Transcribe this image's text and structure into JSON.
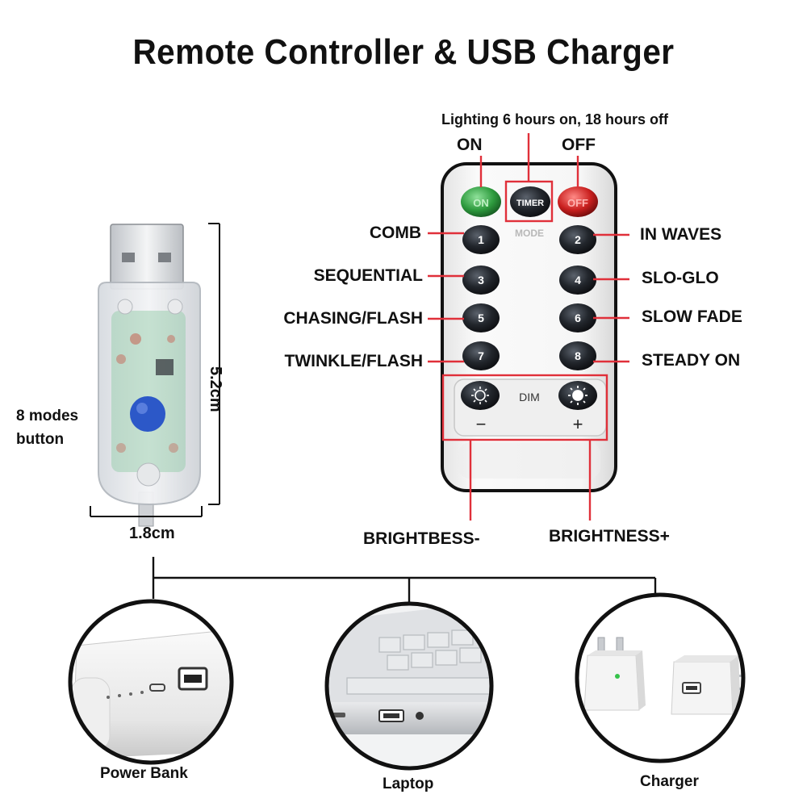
{
  "title": "Remote Controller & USB Charger",
  "timer_note": "Lighting 6 hours on, 18 hours off",
  "remote": {
    "on_label": "ON",
    "off_label": "OFF",
    "btn_on_text": "ON",
    "btn_timer_text": "TIMER",
    "btn_off_text": "OFF",
    "mode_text": "MODE",
    "dim_text": "DIM",
    "minus_text": "−",
    "plus_text": "+",
    "buttons": [
      "1",
      "2",
      "3",
      "4",
      "5",
      "6",
      "7",
      "8"
    ],
    "modes_left": [
      "COMB",
      "SEQUENTIAL",
      "CHASING/FLASH",
      "TWINKLE/FLASH"
    ],
    "modes_right": [
      "IN WAVES",
      "SLO-GLO",
      "SLOW FADE",
      "STEADY ON"
    ],
    "brightness_minus": "BRIGHTBESS-",
    "brightness_plus": "BRIGHTNESS+",
    "colors": {
      "on": "#2e9b3e",
      "off": "#c9201f",
      "callout": "#e0303a",
      "button": "#1c1f24"
    }
  },
  "usb": {
    "height_label": "5.2cm",
    "width_label": "1.8cm",
    "button_label_line1": "8 modes",
    "button_label_line2": "button",
    "button_color": "#2c58c8"
  },
  "devices": [
    {
      "label": "Power Bank"
    },
    {
      "label": "Laptop"
    },
    {
      "label": "Charger"
    }
  ]
}
